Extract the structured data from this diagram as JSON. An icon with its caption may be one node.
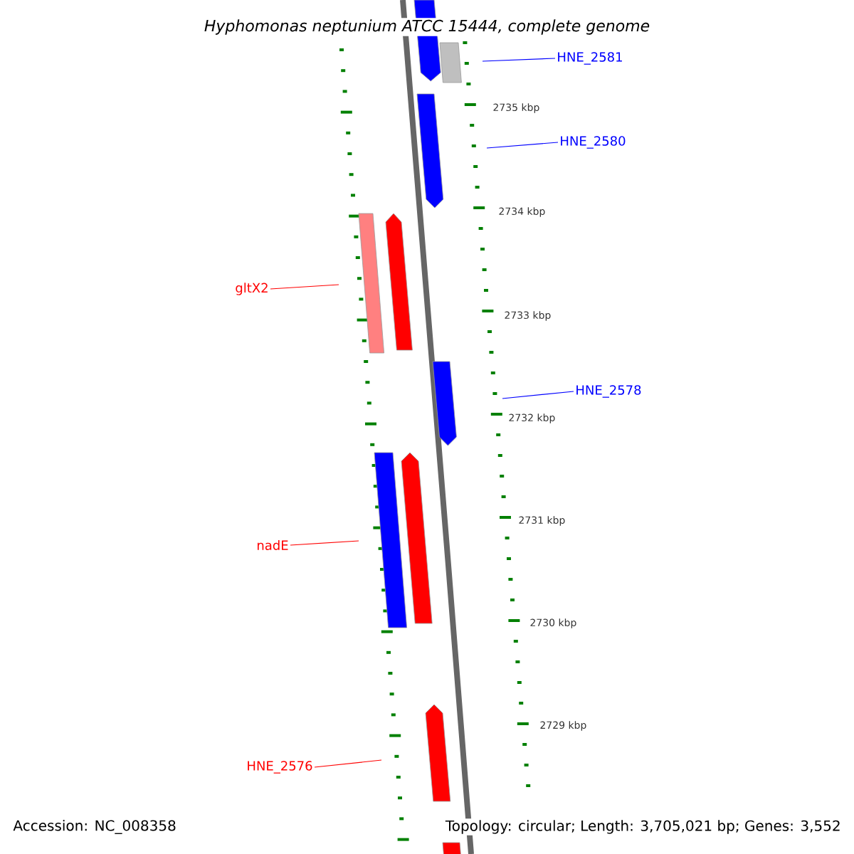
{
  "diagram": {
    "title": "Hyphomonas neptunium ATCC 15444, complete genome",
    "nodes": [
      {
        "text": [
          "HNE_2581"
        ]
      },
      {
        "text": [
          "HNE_2580"
        ]
      },
      {
        "text": [
          "gltX2"
        ]
      },
      {
        "text": [
          "HNE_2578"
        ]
      },
      {
        "text": [
          "nadE"
        ]
      },
      {
        "text": [
          "HNE_2576"
        ]
      }
    ],
    "edges": [
      {
        "from": 0,
        "to": null,
        "arrow": "none",
        "color": "#0000ff"
      },
      {
        "from": 1,
        "to": null,
        "arrow": "none",
        "color": "#0000ff"
      },
      {
        "from": 2,
        "to": null,
        "arrow": "none",
        "color": "#ff0000"
      },
      {
        "from": 3,
        "to": null,
        "arrow": "none",
        "color": "#0000ff"
      },
      {
        "from": 4,
        "to": null,
        "arrow": "none",
        "color": "#ff0000"
      },
      {
        "from": 5,
        "to": null,
        "arrow": "none",
        "color": "#ff0000"
      }
    ],
    "labels": [
      "2735 kbp",
      "2734 kbp",
      "2733 kbp",
      "2732 kbp",
      "2731 kbp",
      "2730 kbp",
      "2729 kbp",
      "Accession: NC_008358",
      "Topology: circular; Length: 3,705,021 bp; Genes: 3,552"
    ]
  }
}
